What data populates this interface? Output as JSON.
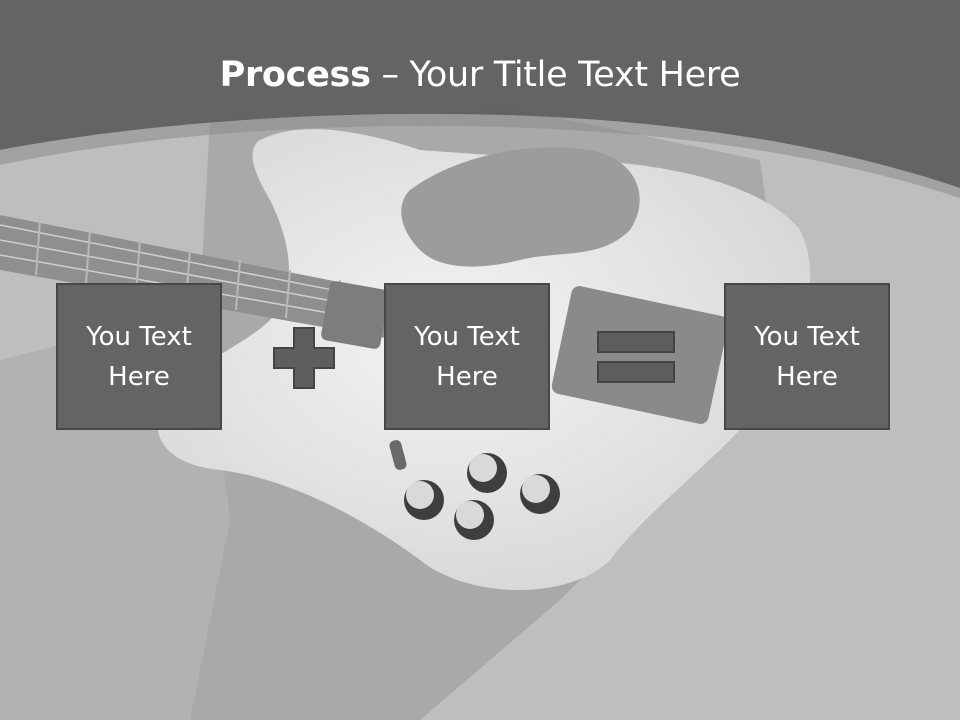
{
  "slide": {
    "title_bold": "Process",
    "title_rest": " – Your Title Text Here",
    "boxes": [
      {
        "text": "You Text Here"
      },
      {
        "text": "You Text Here"
      },
      {
        "text": "You Text Here"
      }
    ],
    "operators": [
      "plus-icon",
      "equals-icon"
    ],
    "background": "guitar-photo",
    "colors": {
      "header_band": "#5c5c5c",
      "box_fill": "#646464",
      "box_border": "#474747",
      "operator_fill": "#5e5e5e",
      "title_text": "#ffffff"
    }
  }
}
